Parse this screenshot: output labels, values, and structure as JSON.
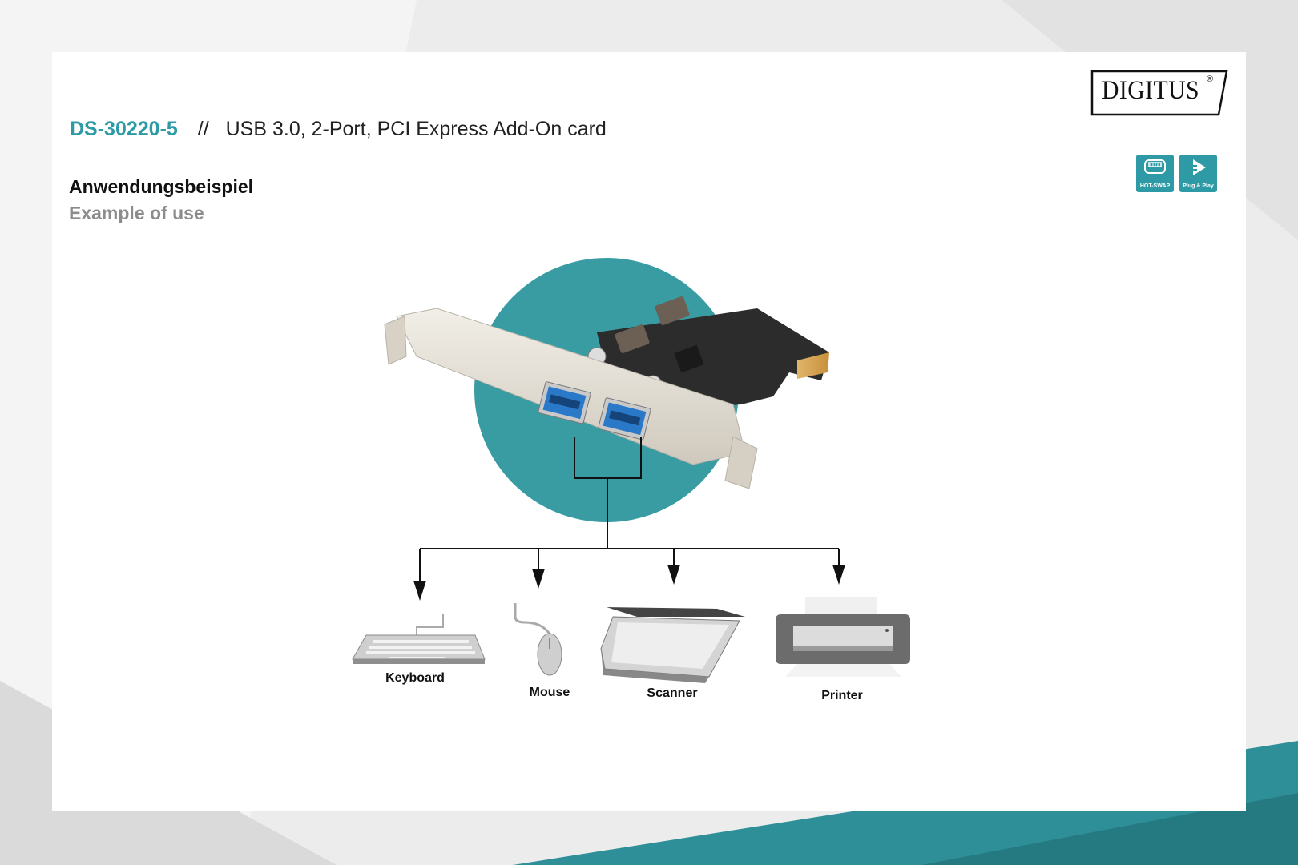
{
  "brand": {
    "logo_text": "DIGITUS",
    "registered": "®"
  },
  "header": {
    "model": "DS-30220-5",
    "separator": "//",
    "product_title": "USB 3.0, 2-Port, PCI Express Add-On card"
  },
  "badges": [
    {
      "icon": "hot-swap-icon",
      "label": "HOT-SWAP"
    },
    {
      "icon": "plug-and-play-icon",
      "label": "Plug & Play"
    }
  ],
  "section": {
    "title_de": "Anwendungsbeispiel",
    "title_en": "Example of use"
  },
  "devices": [
    {
      "icon": "keyboard-icon",
      "label": "Keyboard"
    },
    {
      "icon": "mouse-icon",
      "label": "Mouse"
    },
    {
      "icon": "scanner-icon",
      "label": "Scanner"
    },
    {
      "icon": "printer-icon",
      "label": "Printer"
    }
  ],
  "colors": {
    "accent": "#2e9aa5",
    "circle": "#3a9ca3",
    "text": "#222222",
    "subtitle": "#8c8c8c"
  }
}
